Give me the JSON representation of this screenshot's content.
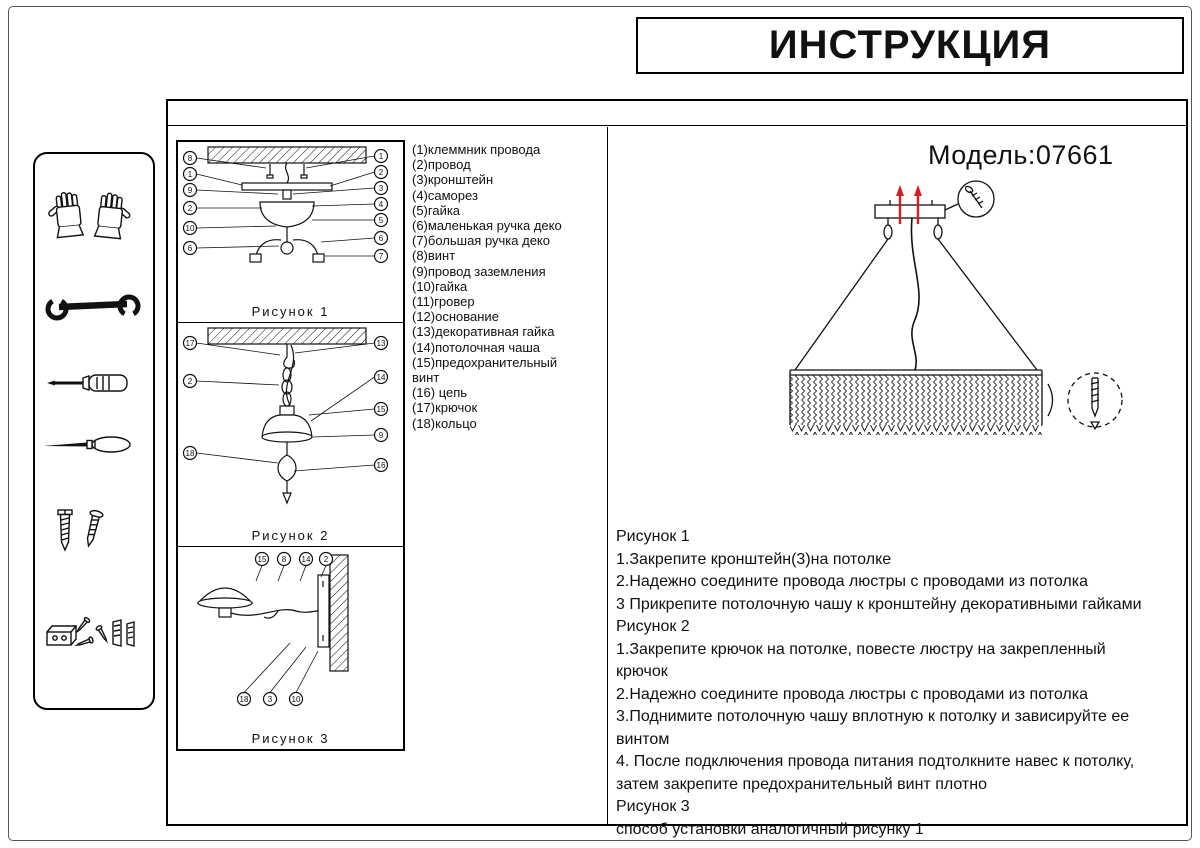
{
  "title": "ИНСТРУКЦИЯ",
  "model": "Модель:07661",
  "parts": [
    "(1)клеммник провода",
    "(2)провод",
    "(3)кронштейн",
    "(4)саморез",
    "(5)гайка",
    "(6)маленькая ручка деко",
    "(7)большая ручка деко",
    "(8)винт",
    "(9)провод заземления",
    "(10)гайка",
    "(11)гровер",
    "(12)основание",
    "(13)декоративная гайка",
    "(14)потолочная чаша",
    "(15)предохранительный винт",
    "(16) цепь",
    "(17)крючок",
    "(18)кольцо"
  ],
  "figures": {
    "fig1": {
      "label": "Рисунок 1",
      "callouts_left": [
        "8",
        "1",
        "9",
        "2",
        "10",
        "6"
      ],
      "callouts_right": [
        "1",
        "2",
        "3",
        "4",
        "5",
        "6",
        "7"
      ]
    },
    "fig2": {
      "label": "Рисунок 2",
      "callouts_left": [
        "17",
        "2",
        "18"
      ],
      "callouts_right": [
        "13",
        "14",
        "15",
        "9",
        "16"
      ]
    },
    "fig3": {
      "label": "Рисунок 3",
      "callouts_top": [
        "15",
        "8",
        "14",
        "2"
      ],
      "callouts_bottom": [
        "18",
        "3",
        "10"
      ]
    }
  },
  "instructions": [
    "Рисунок 1",
    "1.Закрепите кронштейн(3)на потолке",
    "2.Надежно соедините провода люстры с проводами из потолка",
    "3 Прикрепите потолочную чашу к кронштейну декоративными гайками",
    "Рисунок 2",
    "1.Закрепите крючок на потолке, повесте люстру на закрепленный крючок",
    "2.Надежно соедините провода люстры с проводами из потолка",
    "3.Поднимите потолочную чашу вплотную к потолку и зависируйте ее винтом",
    "4.  После подключения провода питания подтолкните навес к потолку, затем закрепите предохранительный винт плотно",
    "Рисунок 3",
    "способ установки аналогичный рисунку 1"
  ],
  "tools": {
    "icons": [
      "gloves-icon",
      "wrench-icon",
      "screwdriver-icon",
      "awl-icon",
      "screws-icon",
      "fasteners-icon"
    ]
  },
  "colors": {
    "ink": "#111111",
    "arrow_red": "#d02020"
  }
}
